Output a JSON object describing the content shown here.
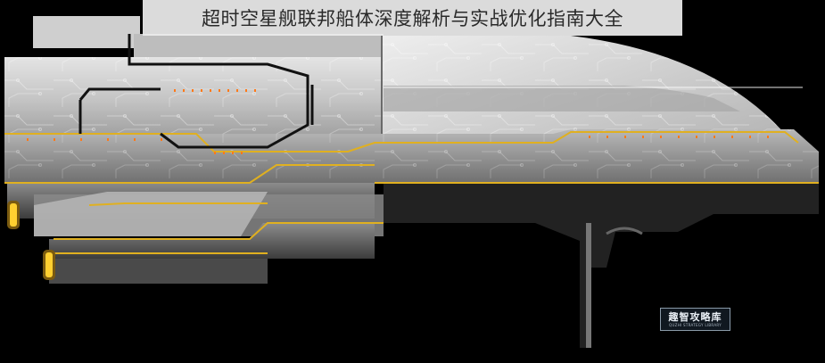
{
  "banner": {
    "title": "超时空星舰联邦船体深度解析与实战优化指南大全"
  },
  "watermark": {
    "title": "趣智攻略库",
    "subtitle": "QUZHI STRATEGY LIBRARY"
  },
  "colors": {
    "background": "#000000",
    "hull_light": "#d8d8d8",
    "hull_mid": "#9a9a9a",
    "hull_dark": "#5a5a5a",
    "trim_yellow": "#e0b020",
    "light_orange": "#ff7a1a"
  }
}
